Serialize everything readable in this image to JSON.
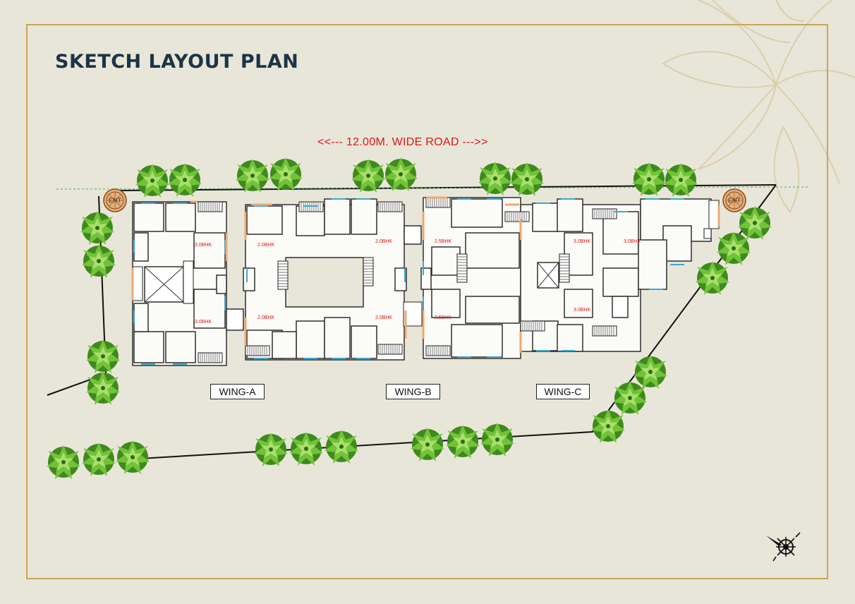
{
  "title": "SKETCH LAYOUT PLAN",
  "road_label": "<<--- 12.00M. WIDE ROAD --->>",
  "wings": [
    {
      "label": "WING-A"
    },
    {
      "label": "WING-B"
    },
    {
      "label": "WING-C"
    }
  ],
  "unit_labels": {
    "a_top": "3.0BHK",
    "a_bottom": "3.0BHK",
    "b_top_left": "2.0BHK",
    "b_top_right": "2.0BHK",
    "b_bottom_left": "2.0BHK",
    "b_bottom_right": "2.0BHK",
    "c_top_left": "2.5BHK",
    "c_bottom_left": "2.5BHK",
    "c_top_mid": "3.0BHK",
    "c_top_right": "3.0BHK",
    "c_bottom_mid": "3.0BHK"
  },
  "entrances": [
    {
      "label": "ENT"
    },
    {
      "label": "ENT"
    }
  ],
  "icons": {
    "compass": "compass-rose-icon",
    "tree": "tree-icon",
    "entrance": "entrance-marker-icon"
  },
  "colors": {
    "background": "#e8e6d9",
    "frame": "#c9a55a",
    "title": "#1d3447",
    "road_text": "#e01414",
    "tree": "#5fa82a",
    "walls": "#222222",
    "windows": "#3aa9cf",
    "balcony": "#f0a870"
  }
}
